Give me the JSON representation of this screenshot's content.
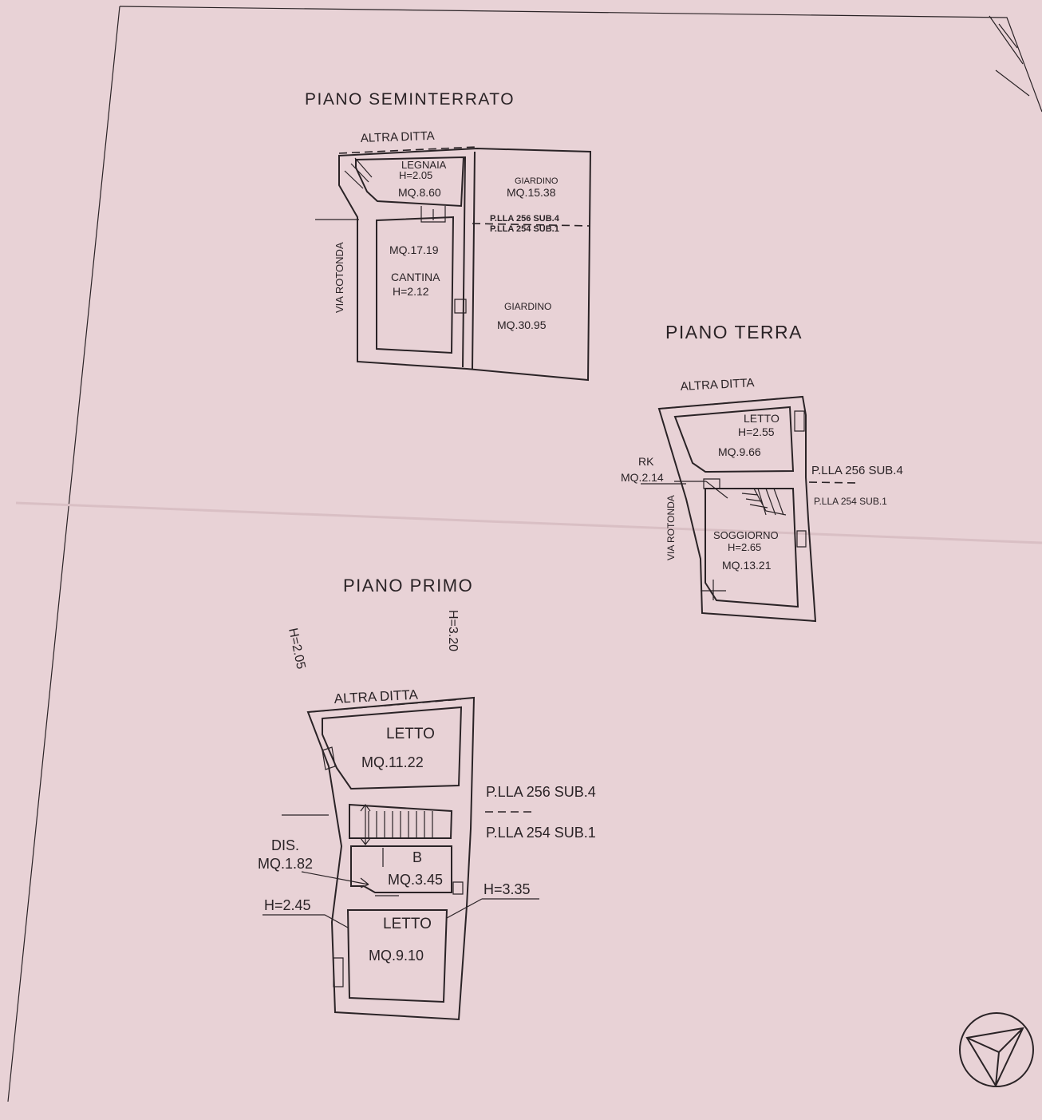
{
  "colors": {
    "paper": "#e8d2d6",
    "ink": "#2a2326",
    "fold": "#d9bfc4"
  },
  "basement": {
    "title": "PIANO SEMINTERRATO",
    "neighbor": "ALTRA DITTA",
    "street": "VIA ROTONDA",
    "woodshed": {
      "name": "LEGNAIA",
      "height": "H=2.05",
      "area": "MQ.8.60"
    },
    "garden_top": {
      "name": "GIARDINO",
      "area": "MQ.15.38"
    },
    "parcel_a": "P.LLA 256 SUB.4",
    "parcel_b": "P.LLA 254 SUB.1",
    "cellar": {
      "area": "MQ.17.19",
      "name": "CANTINA",
      "height": "H=2.12"
    },
    "garden_bottom": {
      "name": "GIARDINO",
      "area": "MQ.30.95"
    }
  },
  "ground": {
    "title": "PIANO TERRA",
    "neighbor": "ALTRA DITTA",
    "street": "VIA ROTONDA",
    "bedroom": {
      "name": "LETTO",
      "height": "H=2.55",
      "area": "MQ.9.66"
    },
    "kitchen": {
      "name": "RK",
      "area": "MQ.2.14"
    },
    "parcel_a": "P.LLA 256 SUB.4",
    "parcel_b": "P.LLA 254 SUB.1",
    "living": {
      "name": "SOGGIORNO",
      "height": "H=2.65",
      "area": "MQ.13.21"
    }
  },
  "first": {
    "title": "PIANO PRIMO",
    "neighbor": "ALTRA DITTA",
    "height_left": "H=2.05",
    "height_right": "H=3.20",
    "bedroom_top": {
      "name": "LETTO",
      "area": "MQ.11.22"
    },
    "parcel_a": "P.LLA 256 SUB.4",
    "parcel_b": "P.LLA 254 SUB.1",
    "hall": {
      "name": "DIS.",
      "area": "MQ.1.82"
    },
    "bath": {
      "name": "B",
      "area": "MQ.3.45"
    },
    "height_low": "H=2.45",
    "height_high": "H=3.35",
    "bedroom_bottom": {
      "name": "LETTO",
      "area": "MQ.9.10"
    }
  },
  "compass": {
    "icon": "north-arrow-icon"
  }
}
